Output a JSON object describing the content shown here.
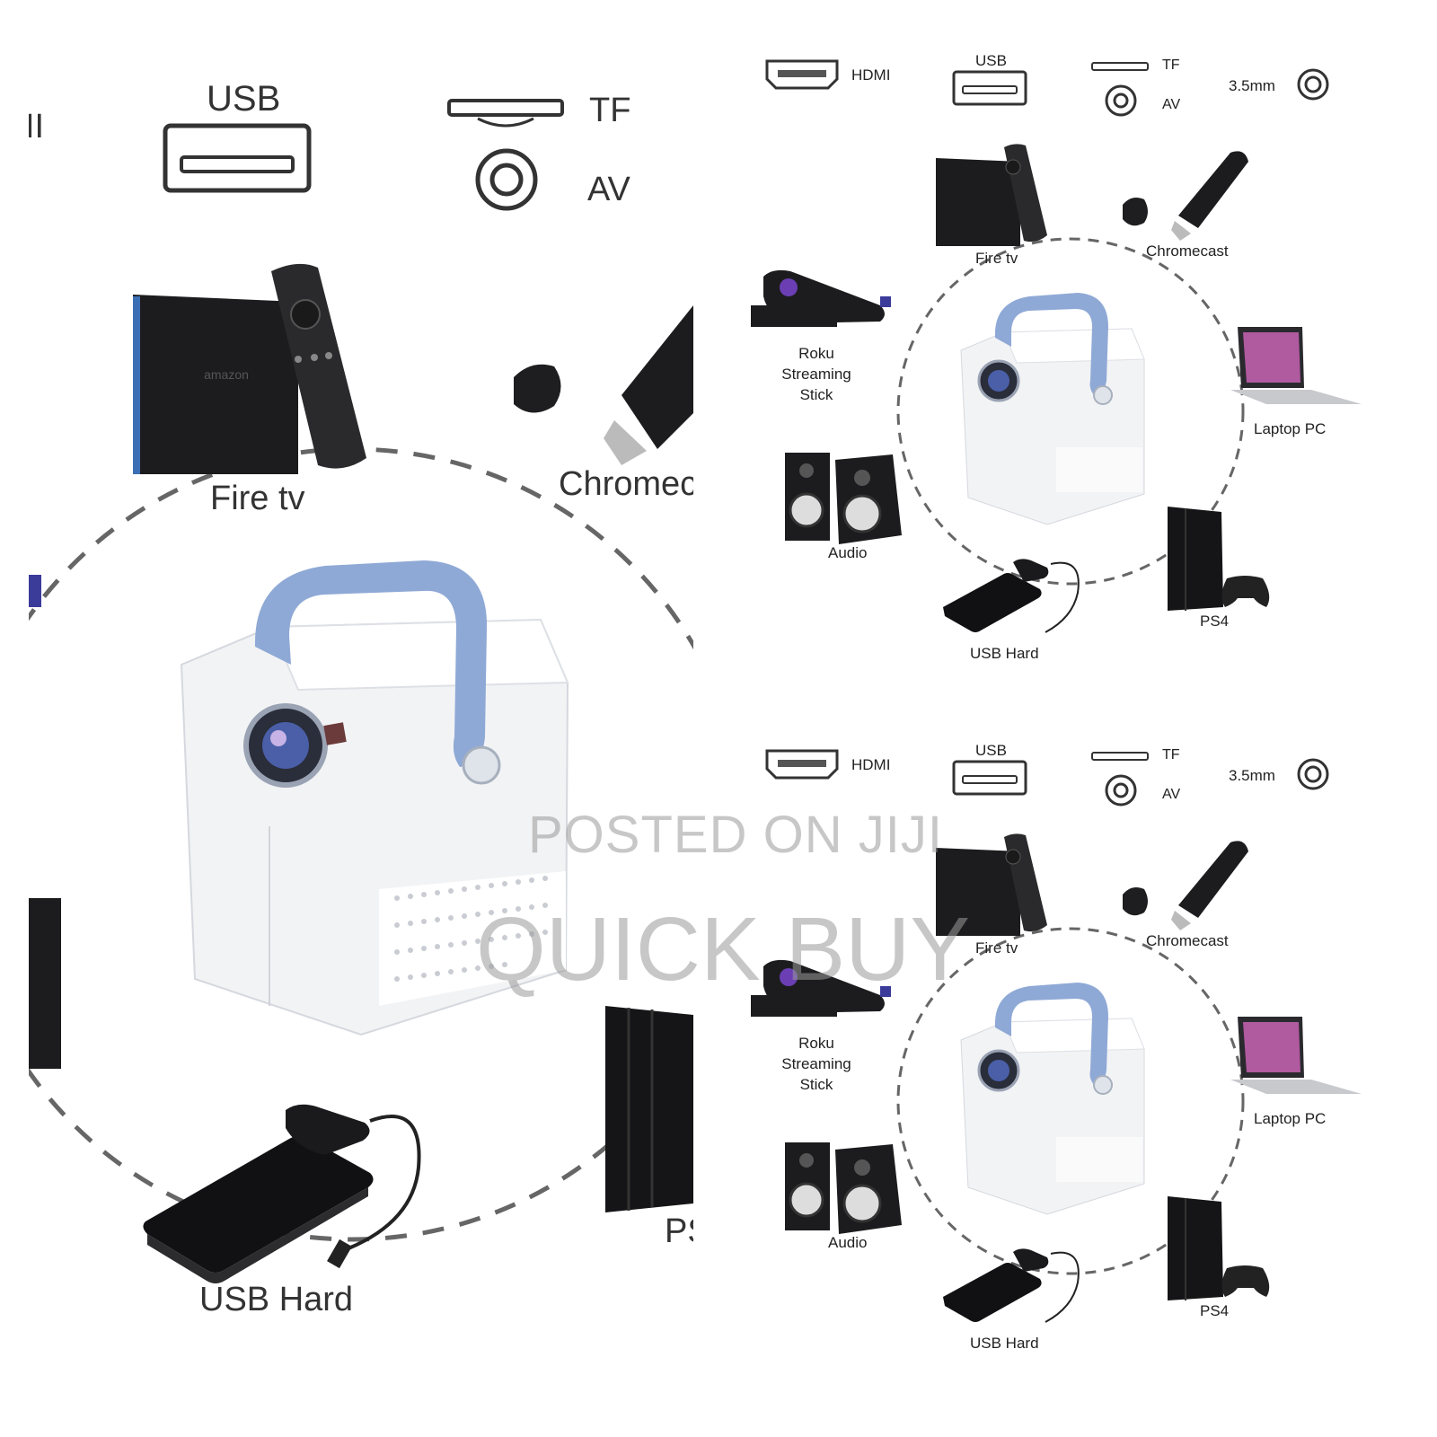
{
  "big_panel": {
    "usb": "USB",
    "tf": "TF",
    "av": "AV",
    "fire_tv": "Fire tv",
    "chromecast": "Chromec",
    "usb_hard": "USB Hard",
    "ps4": "PS",
    "hdmi_partial": "II"
  },
  "small_panel": {
    "hdmi": "HDMI",
    "usb": "USB",
    "tf": "TF",
    "av": "AV",
    "jack": "3.5mm",
    "fire_tv": "Fire tv",
    "chromecast": "Chromecast",
    "roku": "Roku\nStreaming\nStick",
    "laptop": "Laptop PC",
    "audio": "Audio",
    "usb_hard": "USB Hard",
    "ps4": "PS4"
  },
  "watermark": {
    "line1": "POSTED ON JIJI",
    "line2": "QUICK BUY"
  },
  "colors": {
    "handle": "#8fa9d6",
    "device": "#1c1c1e",
    "dash": "#666666"
  }
}
